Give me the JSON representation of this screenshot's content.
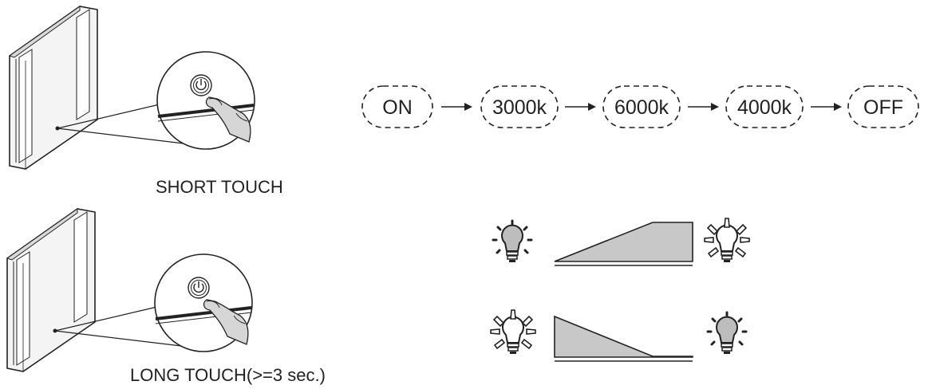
{
  "short_touch": {
    "caption": "SHORT TOUCH",
    "sequence": [
      {
        "label": "ON"
      },
      {
        "label": "3000k"
      },
      {
        "label": "6000k"
      },
      {
        "label": "4000k"
      },
      {
        "label": "OFF"
      }
    ]
  },
  "long_touch": {
    "caption": "LONG TOUCH(>=3 sec.)",
    "dimming_rows": [
      {
        "direction": "brighten",
        "start_icon": "dim-bulb-icon",
        "end_icon": "bright-bulb-icon"
      },
      {
        "direction": "dim",
        "start_icon": "bright-bulb-icon",
        "end_icon": "dim-bulb-icon"
      }
    ]
  },
  "colors": {
    "line": "#222222",
    "ramp_fill": "#c8c8c8",
    "bulb_fill": "#bdbdbd"
  }
}
